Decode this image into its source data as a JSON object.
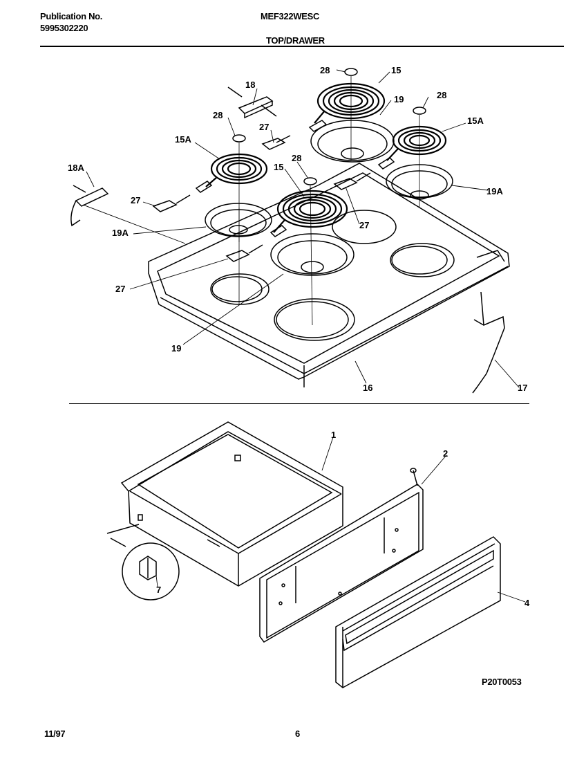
{
  "header": {
    "publication_label": "Publication No.",
    "publication_number": "5995302220",
    "model": "MEF322WESC",
    "section_title": "TOP/DRAWER"
  },
  "callouts": {
    "c28a": "28",
    "c15a": "15",
    "c18": "18",
    "c19a": "19",
    "c28b": "28",
    "c28c": "28",
    "c27a": "27",
    "c15Aa": "15A",
    "c15Ab": "15A",
    "c18A": "18A",
    "c28d": "28",
    "c15b": "15",
    "c27b": "27",
    "c19Aa": "19A",
    "c19Ab": "19A",
    "c27c": "27",
    "c27d": "27",
    "c19b": "19",
    "c16": "16",
    "c17": "17",
    "c1": "1",
    "c2": "2",
    "c4": "4",
    "c7": "7"
  },
  "footer": {
    "date": "11/97",
    "page_number": "6",
    "diagram_id": "P20T0053"
  }
}
